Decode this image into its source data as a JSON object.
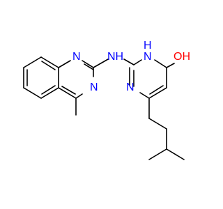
{
  "molecule": {
    "atoms": [
      {
        "id": "n-quin-1",
        "name": "quinazoline-n1-label",
        "symbol": "N",
        "color": "#0000ff"
      },
      {
        "id": "n-quin-3",
        "name": "quinazoline-n3-label",
        "symbol": "N",
        "color": "#0000ff"
      },
      {
        "id": "nh-link",
        "name": "amine-linker-nh-label",
        "symbol": "NH",
        "color": "#0000ff"
      },
      {
        "id": "n-pyr-1",
        "name": "pyrimidinone-n1-label",
        "symbol": "N",
        "color": "#0000ff"
      },
      {
        "id": "nh-pyr-3",
        "name": "pyrimidinone-nh-label",
        "symbol": "H\nN",
        "color": "#0000ff"
      },
      {
        "id": "o-carbonyl",
        "name": "carbonyl-oxygen-label",
        "symbol": "OH",
        "color": "#ff0000"
      }
    ],
    "colors": {
      "bond": "#000000",
      "nitrogen": "#0000ff",
      "oxygen": "#ff0000",
      "background": "#ffffff"
    }
  }
}
